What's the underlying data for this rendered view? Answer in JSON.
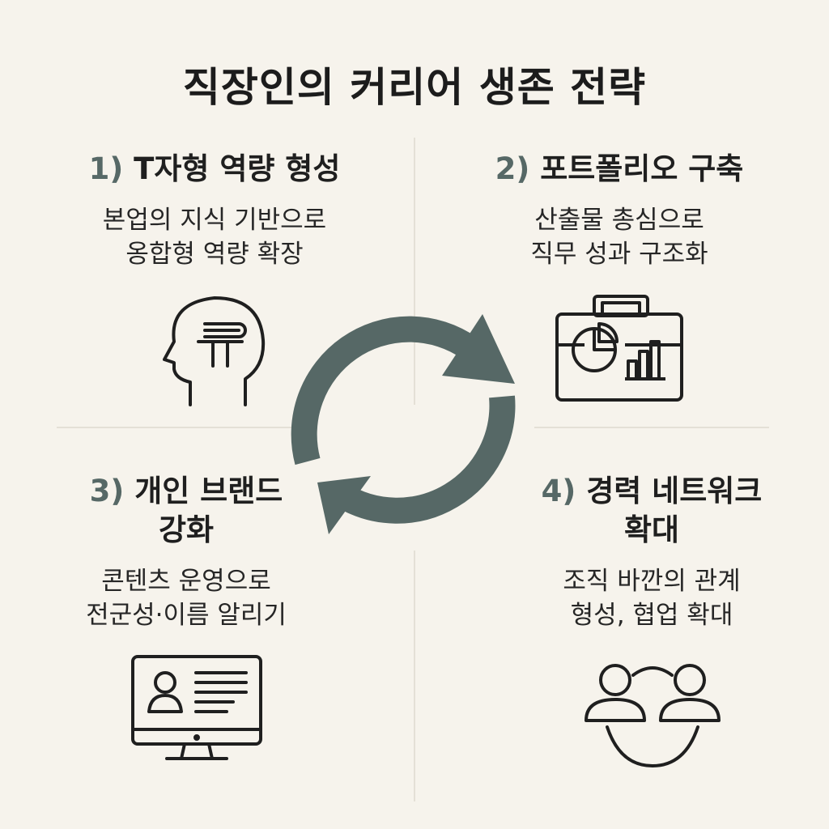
{
  "title": "직장인의 커리어 생존 전략",
  "accent_color": "#566866",
  "steps": [
    {
      "number": "1)",
      "title": "T자형 역량 형성",
      "desc_lines": [
        "본업의 지식 기반으로",
        "옹합형 역량 확장"
      ],
      "icon": "head-profile-t-icon"
    },
    {
      "number": "2)",
      "title": "포트폴리오 구축",
      "desc_lines": [
        "산출물 총심으로",
        "직무 성과 구조화"
      ],
      "icon": "briefcase-chart-icon"
    },
    {
      "number": "3)",
      "title_lines": [
        "개인 브랜드",
        "강화"
      ],
      "desc_lines": [
        "콘텐츠 운영으로",
        "전군성·이름 알리기"
      ],
      "icon": "monitor-profile-icon"
    },
    {
      "number": "4)",
      "title_lines": [
        "경력 네트워크",
        "확대"
      ],
      "desc_lines": [
        "조직 바깐의 관계",
        "형성, 협업 확대"
      ],
      "icon": "people-network-icon"
    }
  ]
}
